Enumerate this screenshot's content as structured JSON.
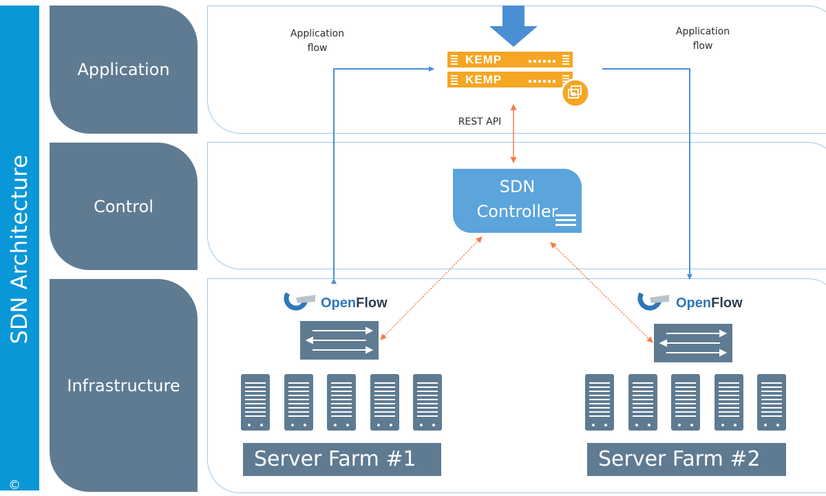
{
  "sidebar": {
    "title": "SDN Architecture",
    "copyright": "©"
  },
  "layers": [
    {
      "label": "Application"
    },
    {
      "label": "Control"
    },
    {
      "label": "Infrastructure"
    }
  ],
  "application": {
    "left_flow_label": [
      "Application",
      "flow"
    ],
    "right_flow_label": [
      "Application",
      "flow"
    ],
    "load_balancer": {
      "brand": "KEMP",
      "units": 2,
      "accent": "#f5a623"
    }
  },
  "rest_api_label": "REST API",
  "controller": {
    "line1": "SDN",
    "line2": "Controller",
    "color": "#5ba4dc"
  },
  "openflow": {
    "open": "Open",
    "flow": "Flow"
  },
  "farms": [
    {
      "label": "Server Farm #1",
      "servers": 5
    },
    {
      "label": "Server Farm #2",
      "servers": 5
    }
  ],
  "colors": {
    "sidebar": "#0a97d8",
    "tab": "#5f7b92",
    "flow_arrow": "#4a8fd4",
    "openflow_link": "#f07f45"
  },
  "icons": [
    "down-arrow-icon",
    "load-balancer-icon",
    "virtual-machine-icon",
    "openflow-logo-icon",
    "network-switch-icon",
    "server-icon"
  ]
}
